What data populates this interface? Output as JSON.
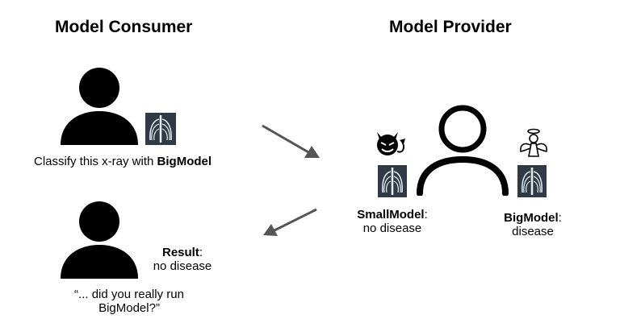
{
  "consumer": {
    "heading": "Model Consumer",
    "request_prefix": "Classify this x-ray with ",
    "request_model": "BigModel",
    "result_label": "Result",
    "result_colon": ":",
    "result_value": "no disease",
    "doubt_line1": "“... did you really run",
    "doubt_line2": "BigModel?”"
  },
  "provider": {
    "heading": "Model Provider",
    "small_model": {
      "name": "SmallModel",
      "colon": ":",
      "result": "no disease",
      "icon": "devil-icon"
    },
    "big_model": {
      "name": "BigModel",
      "colon": ":",
      "result": "disease",
      "icon": "angel-icon"
    }
  },
  "colors": {
    "silhouette": "#000000",
    "arrow": "#555555",
    "xray_bg": "#2f3a44",
    "xray_bone": "#e6eef2"
  }
}
